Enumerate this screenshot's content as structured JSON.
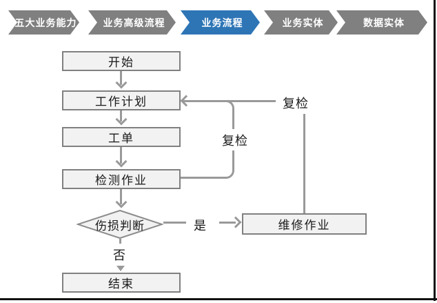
{
  "breadcrumb": {
    "items": [
      {
        "label": "五大业务能力",
        "active": false
      },
      {
        "label": "业务高级流程",
        "active": false
      },
      {
        "label": "业务流程",
        "active": true
      },
      {
        "label": "业务实体",
        "active": false
      },
      {
        "label": "数据实体",
        "active": false
      }
    ],
    "active_color": "#2E75B6",
    "inactive_color": "#808080",
    "text_color": "#ffffff"
  },
  "flowchart": {
    "nodes": {
      "start": {
        "label": "开始",
        "type": "process"
      },
      "plan": {
        "label": "工作计划",
        "type": "process"
      },
      "order": {
        "label": "工单",
        "type": "process"
      },
      "inspect": {
        "label": "检测作业",
        "type": "process"
      },
      "decide": {
        "label": "伤损判断",
        "type": "decision"
      },
      "repair": {
        "label": "维修作业",
        "type": "process"
      },
      "end": {
        "label": "结束",
        "type": "process"
      }
    },
    "edge_labels": {
      "yes": "是",
      "no": "否",
      "recheck_inner": "复检",
      "recheck_outer": "复检"
    },
    "colors": {
      "node_fill": "#F2F2F2",
      "node_border": "#808080",
      "connector": "#999999"
    }
  }
}
